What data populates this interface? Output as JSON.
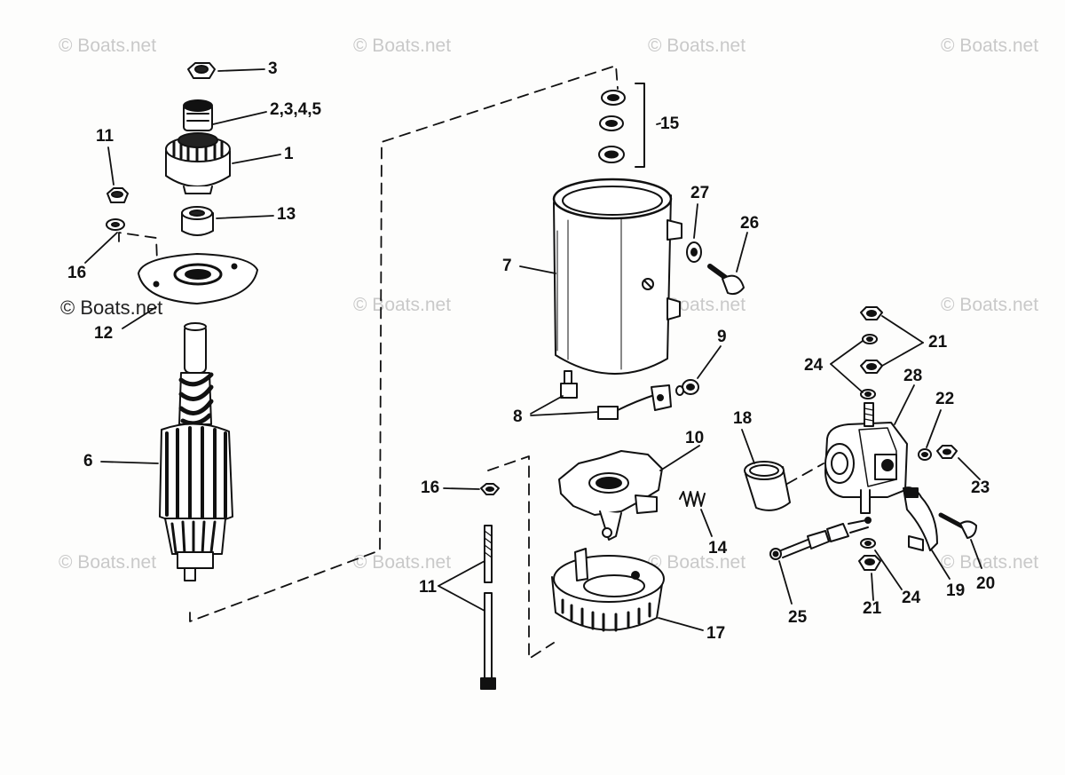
{
  "watermark": {
    "text": "© Boats.net",
    "color": "#c9c9c9"
  },
  "callouts": {
    "c3": "3",
    "c2345": "2,3,4,5",
    "c1": "1",
    "c11a": "11",
    "c13": "13",
    "c16a": "16",
    "c12": "12",
    "c6": "6",
    "c15": "15",
    "c27": "27",
    "c26": "26",
    "c7": "7",
    "c9": "9",
    "c8": "8",
    "c21a": "21",
    "c24a": "24",
    "c28": "28",
    "c22": "22",
    "c23": "23",
    "c18": "18",
    "c10": "10",
    "c16b": "16",
    "c14": "14",
    "c11b": "11",
    "c17": "17",
    "c25": "25",
    "c21b": "21",
    "c24b": "24",
    "c19": "19",
    "c20": "20"
  },
  "colors": {
    "ink": "#111111",
    "watermark": "#c9c9c9"
  }
}
